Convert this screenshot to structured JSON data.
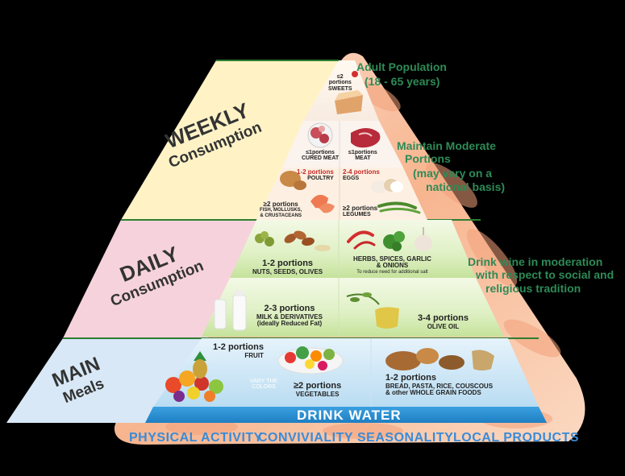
{
  "header": {
    "population_line1": "Adult Population",
    "population_line2": "(18 - 65 years)"
  },
  "notes": {
    "portions_line1": "Maintain Moderate",
    "portions_line2": "Portions",
    "portions_line3": "(may vary on a",
    "portions_line4": "national basis)",
    "wine_line1": "Drink wine in moderation",
    "wine_line2": "with respect to social and",
    "wine_line3": "religious tradition"
  },
  "categories": {
    "weekly_line1": "WEEKLY",
    "weekly_line2": "Consumption",
    "daily_line1": "DAILY",
    "daily_line2": "Consumption",
    "main_line1": "MAIN",
    "main_line2": "Meals"
  },
  "weekly": {
    "sweets_portions": "≤2",
    "sweets_word": "portions",
    "sweets_label": "SWEETS",
    "cured_meat_portions": "≤1portions",
    "cured_meat_label": "CURED MEAT",
    "meat_portions": "≤1portions",
    "meat_label": "MEAT",
    "poultry_portions": "1-2 portions",
    "poultry_label": "POULTRY",
    "eggs_portions": "2-4 portions",
    "eggs_label": "EGGS",
    "fish_portions": "≥2 portions",
    "fish_label_1": "FISH, MOLLUSKS,",
    "fish_label_2": "& CRUSTACEANS",
    "legumes_portions": "≥2 portions",
    "legumes_label": "LEGUMES"
  },
  "daily": {
    "nuts_portions": "1-2 portions",
    "nuts_label": "NUTS, SEEDS, OLIVES",
    "herbs_label_1": "HERBS, SPICES, GARLIC",
    "herbs_label_2": "& ONIONS",
    "herbs_sub": "To reduce need for additional salt",
    "milk_portions": "2-3 portions",
    "milk_label_1": "MILK & DERIVATIVES",
    "milk_label_2": "(ideally Reduced Fat)",
    "oil_portions": "3-4 portions",
    "oil_label": "OLIVE OIL"
  },
  "main": {
    "fruit_portions": "1-2 portions",
    "fruit_label": "FRUIT",
    "vary_1": "VARY THE",
    "vary_2": "COLORS",
    "veg_portions": "≥2 portions",
    "veg_label": "VEGETABLES",
    "grain_portions": "1-2 portions",
    "grain_label_1": "BREAD, PASTA, RICE, COUSCOUS",
    "grain_label_2": "& other WHOLE GRAIN FOODS"
  },
  "water": "DRINK WATER",
  "lifestyle": [
    "PHYSICAL ACTIVITY",
    "CONVIVIALITY",
    "SEASONALITY",
    "LOCAL PRODUCTS"
  ],
  "colors": {
    "background": "#000000",
    "note_green": "#2e8b57",
    "water_blue": "#1e88c8",
    "lifestyle_blue": "#3a8bd8",
    "weekly_band": "#fff3c6",
    "daily_band": "#f6d3dc",
    "main_band": "#d8e8f7"
  }
}
